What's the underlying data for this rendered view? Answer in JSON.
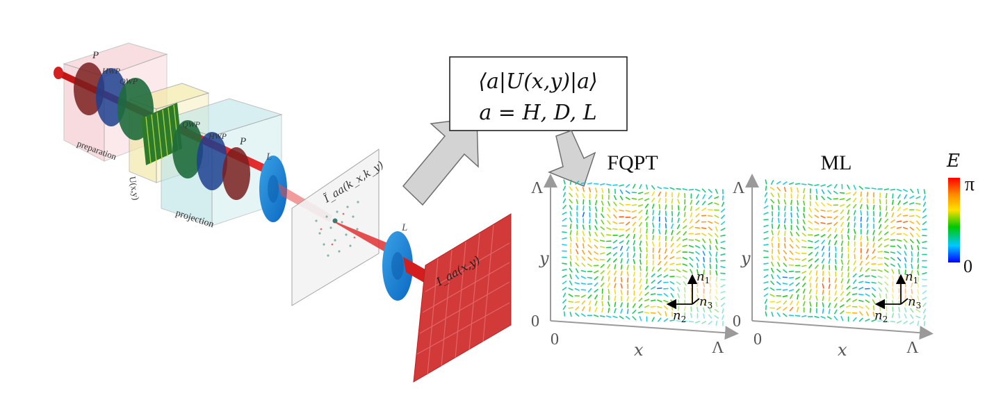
{
  "setup": {
    "labels": {
      "polarizer_front": "P",
      "hwp_front": "HWP",
      "qwp_front": "QWP",
      "qwp_back": "QWP",
      "hwp_back": "HWP",
      "polarizer_back": "P",
      "lens_1": "L",
      "lens_2": "L",
      "preparation": "preparation",
      "unitary": "U(x,y)",
      "projection": "projection",
      "fourier_intensity": "Ĩ_aa(k_x,k_y)",
      "real_intensity": "I_aa(x,y)"
    }
  },
  "formula_box": {
    "line1": "⟨a|U(x,y)|a⟩",
    "line2": "a = H, D, L"
  },
  "panels": [
    {
      "title": "FQPT",
      "x_axis": {
        "label": "x",
        "ticks": [
          "0",
          "Λ"
        ]
      },
      "y_axis": {
        "label": "y",
        "ticks": [
          "0",
          "Λ"
        ]
      },
      "axes_labels": [
        "n",
        "n",
        "n"
      ],
      "axes_subscripts": [
        "1",
        "3",
        "2"
      ]
    },
    {
      "title": "ML",
      "x_axis": {
        "label": "x",
        "ticks": [
          "0",
          "Λ"
        ]
      },
      "y_axis": {
        "label": "y",
        "ticks": [
          "0",
          "Λ"
        ]
      },
      "axes_labels": [
        "n",
        "n",
        "n"
      ],
      "axes_subscripts": [
        "1",
        "3",
        "2"
      ]
    }
  ],
  "colorbar": {
    "label": "E",
    "max_label": "π",
    "min_label": "0",
    "colors": [
      "#ff0000",
      "#ff8c00",
      "#ffe000",
      "#00c800",
      "#00c8ff",
      "#0000ff"
    ]
  }
}
